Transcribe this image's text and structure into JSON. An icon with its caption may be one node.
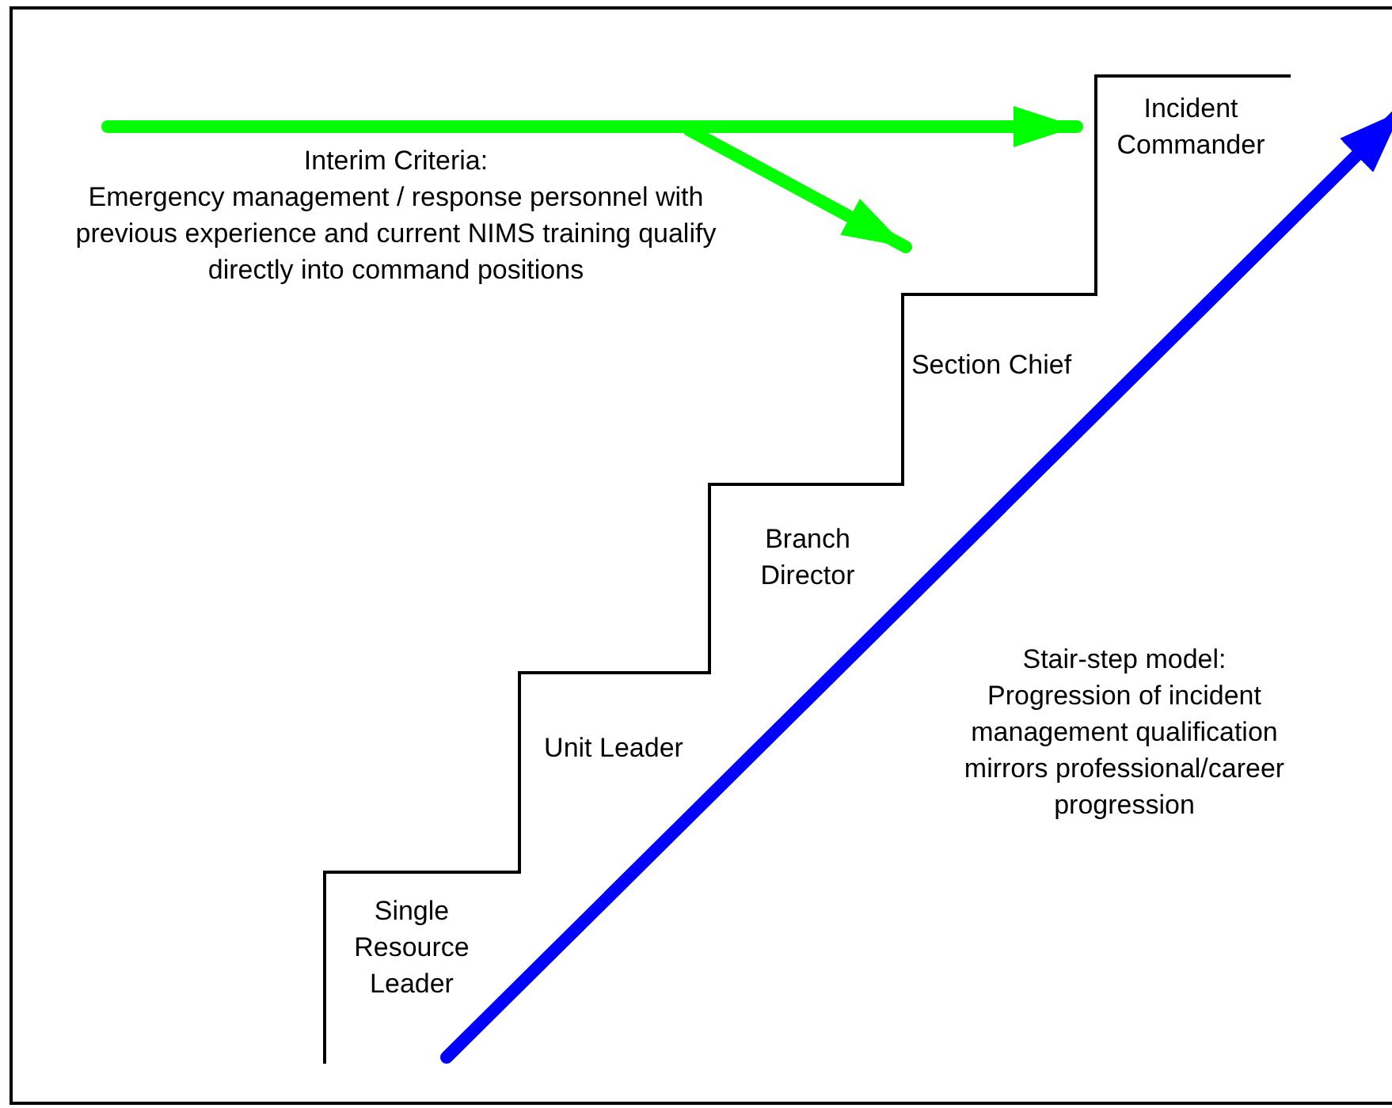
{
  "diagram": {
    "nodes": [
      {
        "text": [
          "Single Resource Leader"
        ]
      },
      {
        "text": [
          "Unit Leader"
        ]
      },
      {
        "text": [
          "Branch Director"
        ]
      },
      {
        "text": [
          "Section Chief"
        ]
      },
      {
        "text": [
          "Incident Commander"
        ]
      }
    ],
    "edges": [
      {
        "from": null,
        "to": 4,
        "arrow": "to"
      },
      {
        "from": null,
        "to": 3,
        "arrow": "to"
      }
    ],
    "labels": [
      "Interim Criteria:",
      "Emergency management / response personnel with previous experience and current NIMS training qualify directly into command positions",
      "Stair-step model:",
      "Progression of incident management qualification mirrors professional/career progression"
    ]
  }
}
